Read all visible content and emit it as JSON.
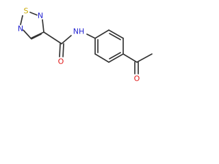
{
  "colors": {
    "bond": "#333333",
    "carbon": "#333333",
    "nitrogen": "#1f1fd0",
    "oxygen": "#e01515",
    "sulfur": "#c8a800"
  },
  "atoms": {
    "thiadiazole_n_top": "N",
    "thiadiazole_s": "S",
    "thiadiazole_n_left": "N",
    "amide_nh": "NH",
    "amide_o": "O",
    "acetyl_o": "O"
  }
}
